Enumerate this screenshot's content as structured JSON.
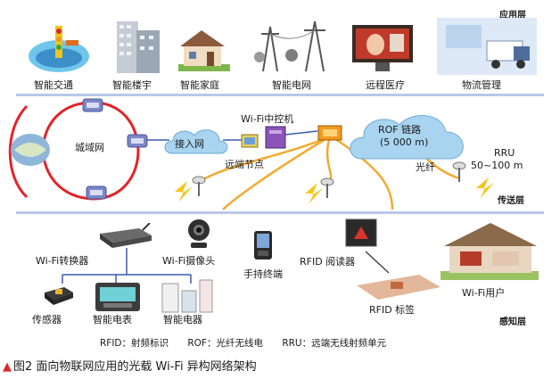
{
  "layers": {
    "application": "应用层",
    "transport": "传送层",
    "perception": "感知层"
  },
  "application_items": [
    "智能交通",
    "智能楼宇",
    "智能家庭",
    "智能电网",
    "远程医疗",
    "物流管理"
  ],
  "transport": {
    "wan": "城域网",
    "access_net": "接入网",
    "wifi_controller": "Wi-Fi中控机",
    "remote_node": "远端节点",
    "rof_link": "ROF 链路",
    "rof_length": "(5 000 m)",
    "fiber": "光纤",
    "rru": "RRU",
    "rru_range": "50~100 m"
  },
  "perception": {
    "wifi_converter": "Wi-Fi转换器",
    "wifi_camera": "Wi-Fi摄像头",
    "handheld": "手持终端",
    "rfid_reader": "RFID 阅读器",
    "rfid_tag": "RFID 标签",
    "sensor": "传感器",
    "smart_meter": "智能电表",
    "smart_appliance": "智能电器",
    "wifi_user": "Wi-Fi用户"
  },
  "legend": [
    "RFID：射频标识",
    "ROF：光纤无线电",
    "RRU：远端无线射频单元"
  ],
  "caption": {
    "marker": "▲",
    "text": "图2  面向物联网应用的光载 Wi-Fi 异构网络架构"
  },
  "colors": {
    "ring": "#e2242b",
    "fiber": "#f3a933",
    "band": "#b9c7ea",
    "cloud": "#a9d4f0",
    "blue_link": "#3a5bb0",
    "caption_marker": "#e1262b"
  }
}
